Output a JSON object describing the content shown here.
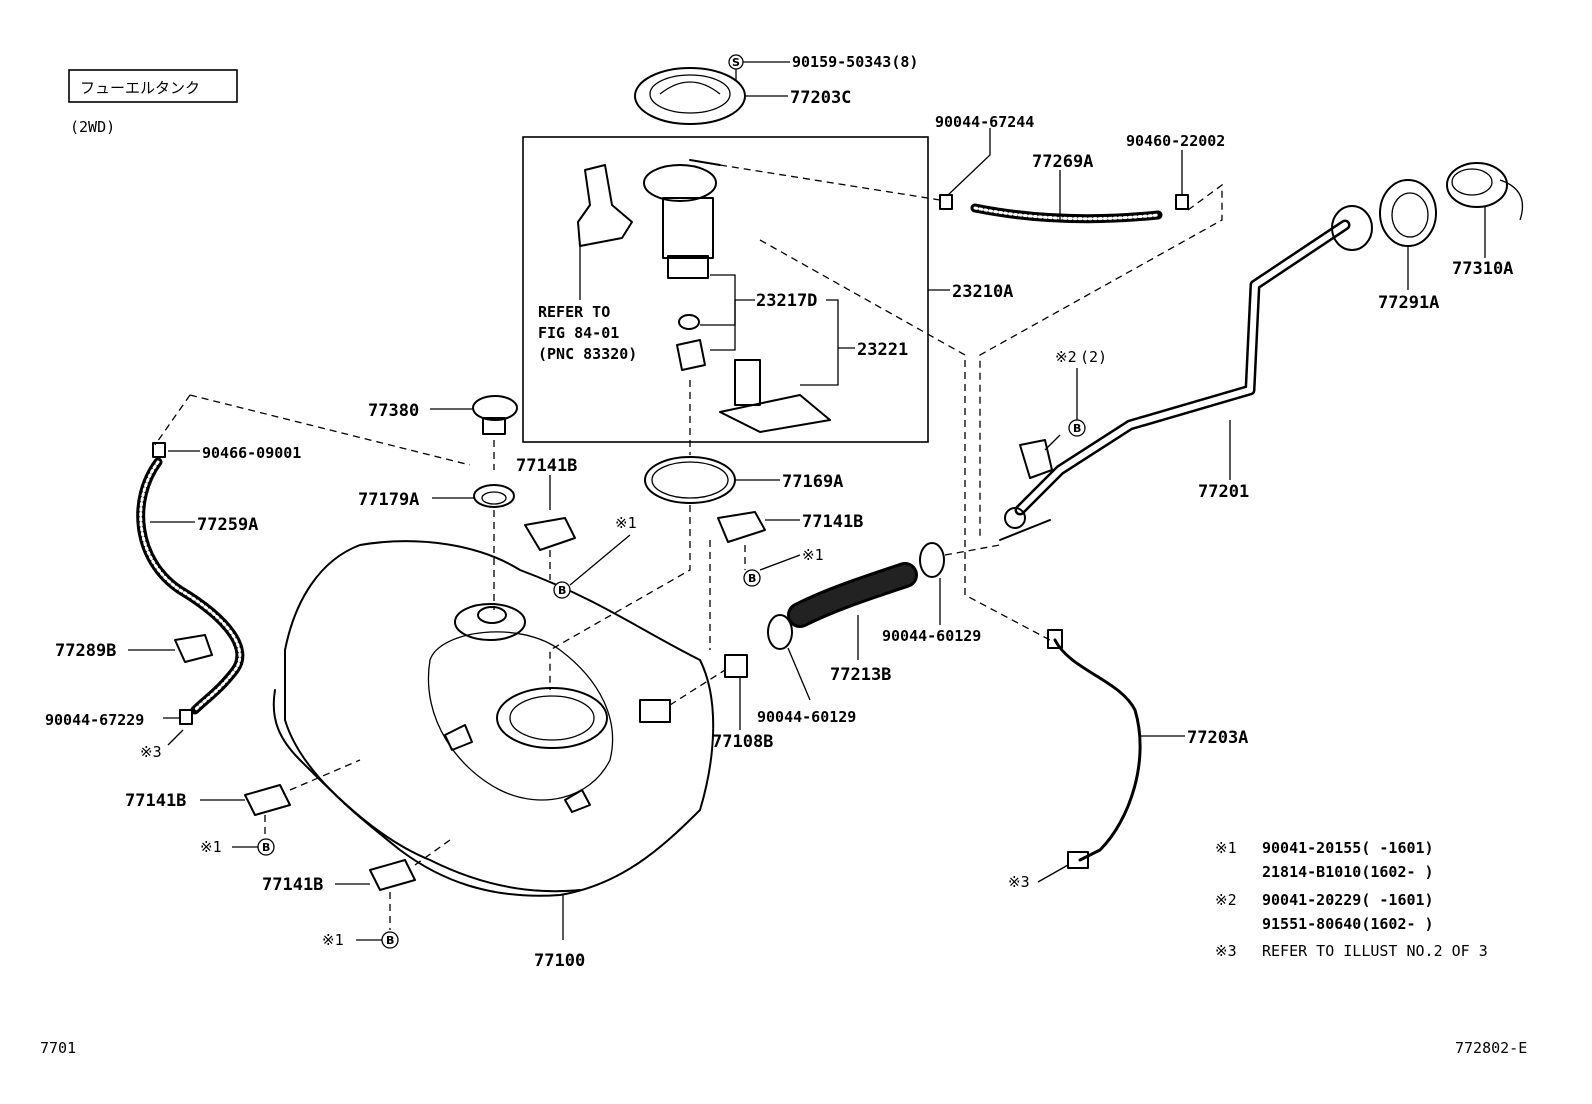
{
  "header": {
    "title_box": "フューエルタンク",
    "drive": "(2WD)"
  },
  "labels": {
    "p90159": "90159-50343(8)",
    "p77203C": "77203C",
    "p90044_67244": "90044-67244",
    "p77269A": "77269A",
    "p90460": "90460-22002",
    "p23210A": "23210A",
    "p23217D": "23217D",
    "p23221": "23221",
    "refer1": "REFER TO",
    "refer2": "FIG 84-01",
    "refer3": "(PNC 83320)",
    "p77310A": "77310A",
    "p77291A": "77291A",
    "p77201": "77201",
    "p77380": "77380",
    "p90466": "90466-09001",
    "p77259A": "77259A",
    "p77179A": "77179A",
    "p77141B_1": "77141B",
    "p77141B_2": "77141B",
    "p77141B_3": "77141B",
    "p77141B_4": "77141B",
    "p77169A": "77169A",
    "p77289B": "77289B",
    "p90044_67229": "90044-67229",
    "p77213B": "77213B",
    "p90044_60129a": "90044-60129",
    "p90044_60129b": "90044-60129",
    "p77108B": "77108B",
    "p77203A": "77203A",
    "p77100": "77100",
    "mark1": "※1",
    "mark2": "※2",
    "mark3": "※3",
    "mark2q": "(2)",
    "circB": "B",
    "circS": "S"
  },
  "legend": [
    {
      "mark": "※1",
      "line1": "90041-20155(     -1601)",
      "line2": "21814-B1010(1602-     )"
    },
    {
      "mark": "※2",
      "line1": "90041-20229(     -1601)",
      "line2": "91551-80640(1602-     )"
    },
    {
      "mark": "※3",
      "line1": "REFER TO ILLUST NO.2 OF 3",
      "line2": ""
    }
  ],
  "footer": {
    "left_code": "7701",
    "right_code": "772802-E"
  }
}
